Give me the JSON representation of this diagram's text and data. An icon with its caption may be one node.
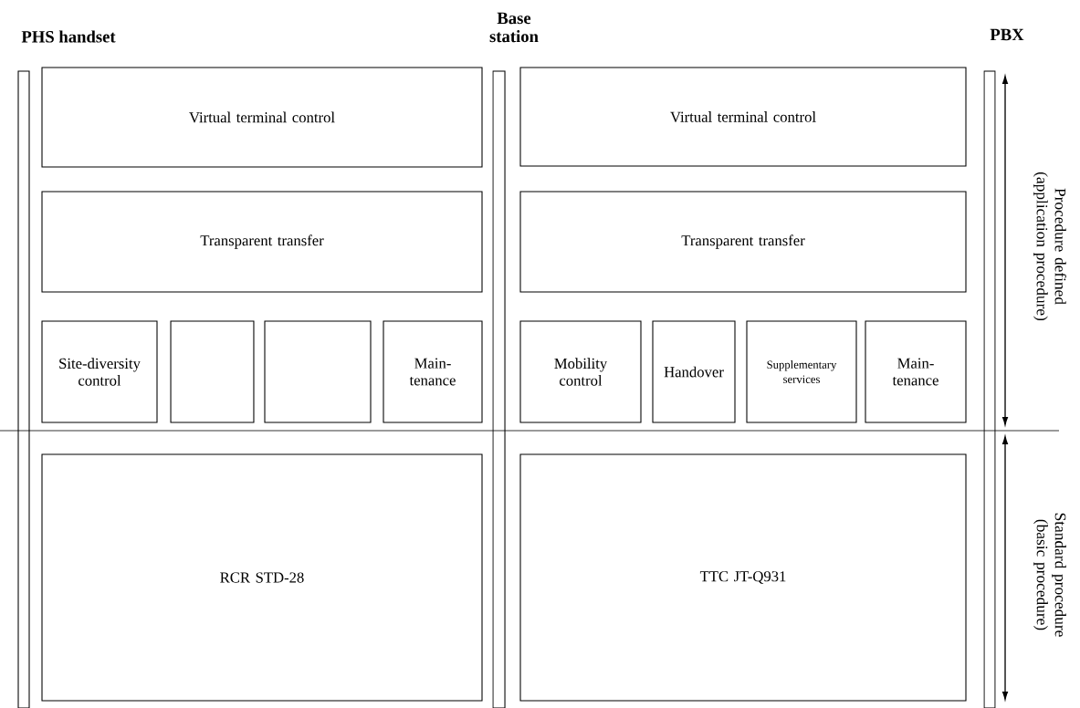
{
  "diagram": {
    "nodes": [
      {
        "text": [
          "PHS handset"
        ]
      },
      {
        "text": [
          "Base station"
        ]
      },
      {
        "text": [
          "PBX"
        ]
      },
      {
        "text": [
          "Virtual terminal control"
        ]
      },
      {
        "text": [
          "Transparent transfer"
        ]
      },
      {
        "text": [
          "Site-diversity control"
        ]
      },
      {
        "text": [],
        "shape": "box"
      },
      {
        "text": [],
        "shape": "box"
      },
      {
        "text": [
          "Main- tenance"
        ]
      },
      {
        "text": [
          "RCR STD-28"
        ]
      },
      {
        "text": [
          "Virtual terminal control"
        ]
      },
      {
        "text": [
          "Transparent transfer"
        ]
      },
      {
        "text": [
          "Mobility control"
        ]
      },
      {
        "text": [
          "Handover"
        ]
      },
      {
        "text": [
          "Supplementary services"
        ]
      },
      {
        "text": [
          "Main- tenance"
        ]
      },
      {
        "text": [
          "TTC JT-Q931"
        ]
      }
    ],
    "labels": [
      "Procedure defined (application procedure)",
      "Standard procedure (basic procedure)"
    ]
  }
}
